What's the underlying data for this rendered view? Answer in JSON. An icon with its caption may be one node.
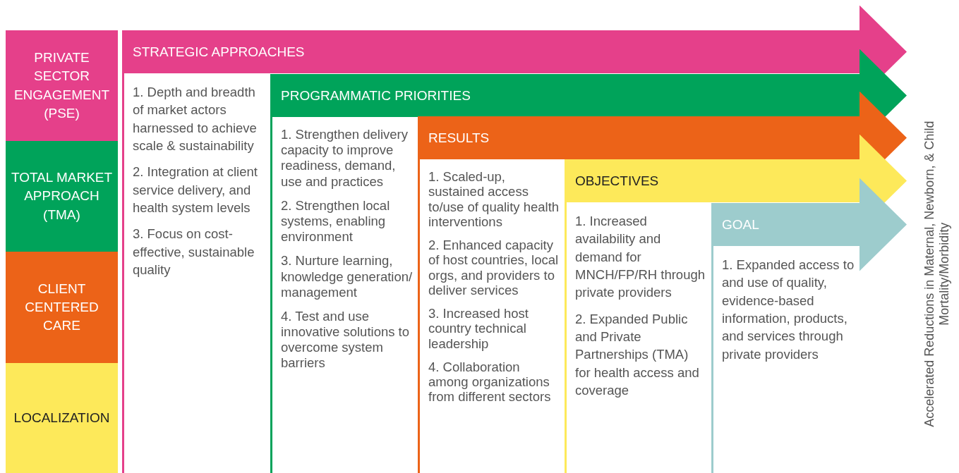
{
  "diagram": {
    "nodes": [
      {
        "text": [
          "PRIVATE SECTOR ENGAGEMENT (PSE)"
        ]
      },
      {
        "text": [
          "TOTAL MARKET APPROACH (TMA)"
        ]
      },
      {
        "text": [
          "CLIENT CENTERED CARE"
        ]
      },
      {
        "text": [
          "LOCALIZATION"
        ]
      },
      {
        "text": [
          "STRATEGIC APPROACHES",
          "1. Depth and breadth of market actors harnessed to achieve scale & sustainability",
          "2. Integration at client service delivery, and health system levels",
          "3. Focus on cost-effective, sustainable quality"
        ]
      },
      {
        "text": [
          "PROGRAMMATIC PRIORITIES",
          "1. Strengthen delivery capacity to improve readiness, demand, use and practices",
          "2. Strengthen local systems, enabling environment",
          "3. Nurture learning, knowledge generation/ management",
          "4. Test and use innovative solutions to overcome system barriers"
        ]
      },
      {
        "text": [
          "RESULTS",
          "1. Scaled-up, sustained access to/use of quality health interventions",
          "2. Enhanced capacity of host countries, local orgs, and providers to deliver services",
          "3. Increased host country technical leadership",
          "4. Collaboration among organizations from different sectors"
        ]
      },
      {
        "text": [
          "OBJECTIVES",
          "1. Increased availability and demand for MNCH/FP/RH through private providers",
          "2. Expanded Public and Private Partnerships (TMA) for health access and coverage"
        ]
      },
      {
        "text": [
          "GOAL",
          "1. Expanded access to and use of quality, evidence-based information, products, and services through private providers"
        ]
      }
    ],
    "labels": [
      "Accelerated Reductions in Maternal, Newborn, & Child Mortality/Morbidity"
    ]
  }
}
